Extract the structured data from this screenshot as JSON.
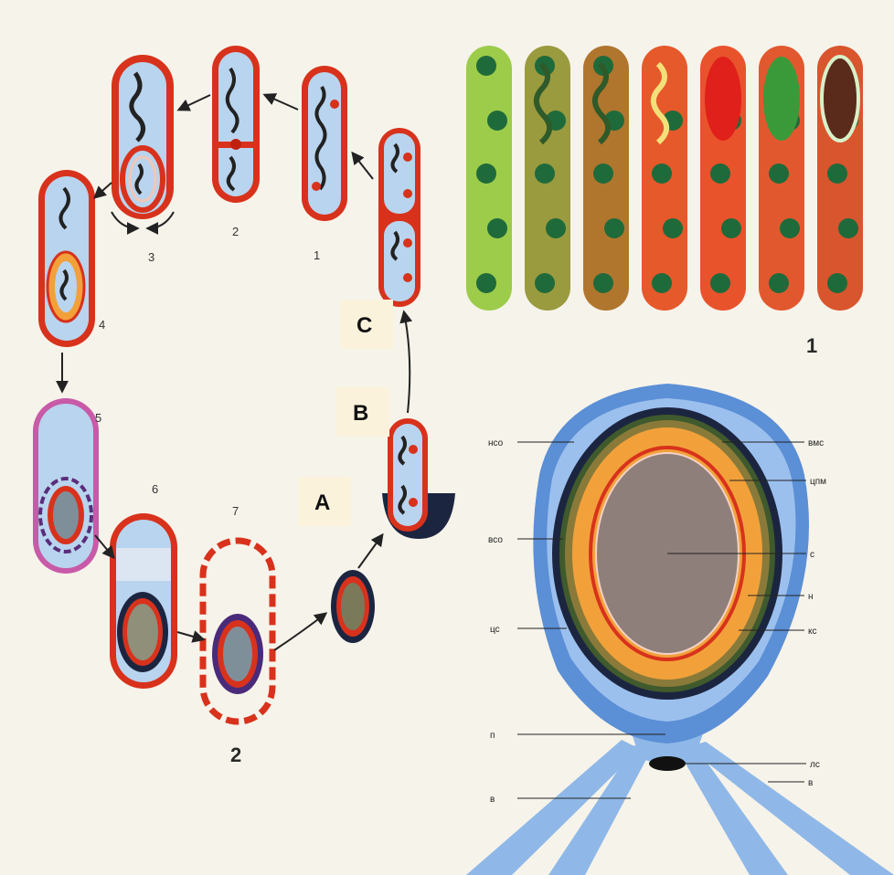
{
  "colors": {
    "paper": "#f6f3ea",
    "cell_fill": "#b9d4ee",
    "cell_wall": "#d8321c",
    "spore_orange": "#f2a13a",
    "spore_core": "#8f7f7a",
    "coat_dark": "#1c2540",
    "exo_blue": "#5b8fd6",
    "label_box": "#fbf2dc"
  },
  "cycle": {
    "stage_labels": [
      "1",
      "2",
      "3",
      "4",
      "5",
      "6",
      "7"
    ],
    "figure_number": "2",
    "boxes": [
      "A",
      "B",
      "C"
    ]
  },
  "stain_panel": {
    "figure_number": "1",
    "rod_colors": [
      "#9ccc4a",
      "#9a9a3e",
      "#b0762e",
      "#e5592a",
      "#e9532c",
      "#e2582e",
      "#d9552e"
    ]
  },
  "spore": {
    "labels_left": [
      "нсо",
      "всо",
      "цс",
      "п",
      "в"
    ],
    "labels_right": [
      "вмс",
      "цпм",
      "с",
      "н",
      "кс",
      "лс",
      "в"
    ]
  }
}
